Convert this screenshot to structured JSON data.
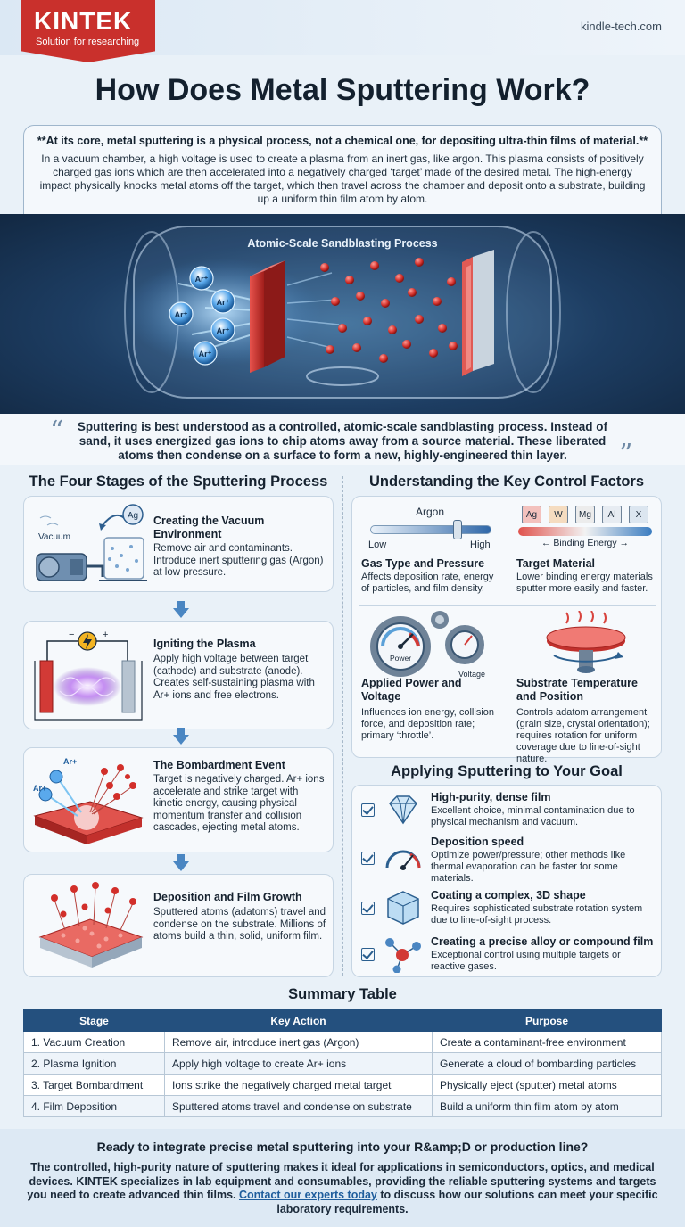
{
  "header": {
    "brand": "KINTEK",
    "tagline": "Solution for researching",
    "site": "kindle-tech.com"
  },
  "title": "How Does Metal Sputtering Work?",
  "intro": {
    "lead": "**At its core, metal sputtering is a physical process, not a chemical one, for depositing ultra-thin films of material.**",
    "body": "In a vacuum chamber, a high voltage is used to create a plasma from an inert gas, like argon. This plasma consists of positively charged gas ions which are then accelerated into a negatively charged ‘target’ made of the desired metal. The high-energy impact physically knocks metal atoms off the target, which then travel across the chamber and deposit onto a substrate, building up a uniform thin film atom by atom."
  },
  "hero": {
    "label": "Atomic-Scale Sandblasting Process",
    "ion_label": "Ar⁺"
  },
  "quote": "Sputtering is best understood as a controlled, atomic-scale sandblasting process. Instead of sand, it uses energized gas ions to chip atoms away from a source material. These liberated atoms then condense on a surface to form a new, highly-engineered thin layer.",
  "stages": {
    "heading": "The Four Stages of the Sputtering Process",
    "items": [
      {
        "title": "Creating the Vacuum Environment",
        "body": "Remove air and contaminants. Introduce inert sputtering gas (Argon) at low pressure.",
        "icon_label": "Vacuum",
        "badge": "Ag"
      },
      {
        "title": "Igniting the Plasma",
        "body": "Apply high voltage between target (cathode) and substrate (anode). Creates self-sustaining plasma with Ar+ ions and free electrons."
      },
      {
        "title": "The Bombardment Event",
        "body": "Target is negatively charged. Ar+ ions accelerate and strike target with kinetic energy, causing physical momentum transfer and collision cascades, ejecting metal atoms.",
        "ion_label": "Ar+"
      },
      {
        "title": "Deposition and Film Growth",
        "body": "Sputtered atoms (adatoms) travel and condense on the substrate. Millions of atoms build a thin, solid, uniform film."
      }
    ]
  },
  "factors": {
    "heading": "Understanding the Key Control Factors",
    "slider": {
      "label": "Argon",
      "low": "Low",
      "high": "High",
      "level": 0.72
    },
    "elements": [
      "Ag",
      "W",
      "Mg",
      "Al",
      "X"
    ],
    "binding_label": "Binding Energy",
    "gauge_power": "Power",
    "gauge_voltage": "Voltage",
    "items": [
      {
        "title": "Gas Type and Pressure",
        "body": "Affects deposition rate, energy of particles, and film density."
      },
      {
        "title": "Target Material",
        "body": "Lower binding energy materials sputter more easily and faster."
      },
      {
        "title": "Applied Power and Voltage",
        "body": "Influences ion energy, collision force, and deposition rate; primary ‘throttle’."
      },
      {
        "title": "Substrate Temperature and Position",
        "body": "Controls adatom arrangement (grain size, crystal orientation); requires rotation for uniform coverage due to line-of-sight nature."
      }
    ]
  },
  "goals": {
    "heading": "Applying Sputtering to Your Goal",
    "items": [
      {
        "title": "High-purity, dense film",
        "body": "Excellent choice, minimal contamination due to physical mechanism and vacuum."
      },
      {
        "title": "Deposition speed",
        "body": "Optimize power/pressure; other methods like thermal evaporation can be faster for some materials."
      },
      {
        "title": "Coating a complex, 3D shape",
        "body": "Requires sophisticated substrate rotation system due to line-of-sight process."
      },
      {
        "title": "Creating a precise alloy or compound film",
        "body": "Exceptional control using multiple targets or reactive gases."
      }
    ]
  },
  "summary": {
    "heading": "Summary Table",
    "columns": [
      "Stage",
      "Key Action",
      "Purpose"
    ],
    "rows": [
      [
        "1. Vacuum Creation",
        "Remove air, introduce inert gas (Argon)",
        "Create a contaminant-free environment"
      ],
      [
        "2. Plasma Ignition",
        "Apply high voltage to create Ar+ ions",
        "Generate a cloud of bombarding particles"
      ],
      [
        "3. Target Bombardment",
        "Ions strike the negatively charged metal target",
        "Physically eject (sputter) metal atoms"
      ],
      [
        "4. Film Deposition",
        "Sputtered atoms travel and condense on substrate",
        "Build a uniform thin film atom by atom"
      ]
    ]
  },
  "cta": {
    "heading": "Ready to integrate precise metal sputtering into your R&amp;D or production line?",
    "body_before": "The controlled, high-purity nature of sputtering makes it ideal for applications in semiconductors, optics, and medical devices. KINTEK specializes in lab equipment and consumables, providing the reliable sputtering systems and targets you need to create advanced thin films.",
    "link": "Contact our experts today",
    "body_after": "to discuss how our solutions can meet your specific laboratory requirements."
  },
  "colors": {
    "brand_red": "#c9302c",
    "navy": "#24507e",
    "accent_blue": "#4a86c2",
    "target_red": "#d23a36"
  }
}
